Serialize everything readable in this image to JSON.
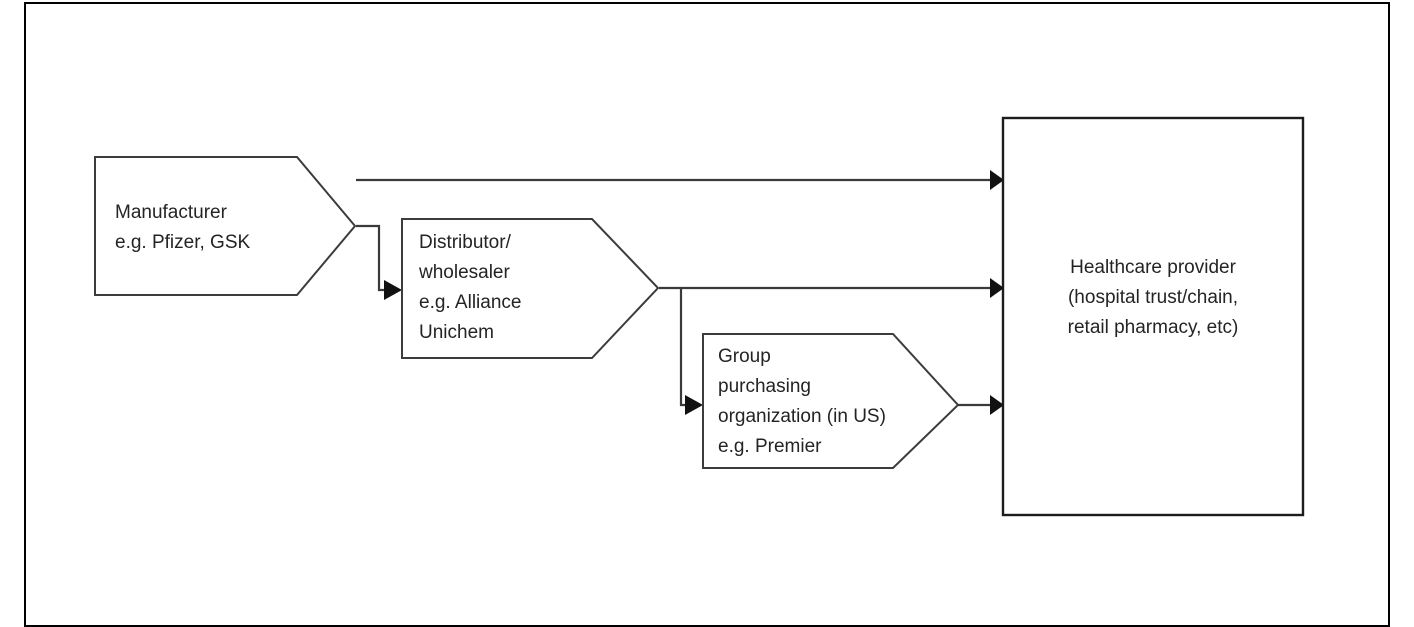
{
  "figure": {
    "kind": "supply-chain-flow-diagram",
    "border_color": "#000000",
    "background_color": "#ffffff",
    "shape_outline_color": "#3c3c3c",
    "text_color": "#242424",
    "arrow_color": "#111111"
  },
  "nodes": {
    "manufacturer": {
      "name": "manufacturer",
      "shape": "pentagon-arrow",
      "lines": [
        "Manufacturer",
        "e.g. Pfizer, GSK"
      ]
    },
    "distributor": {
      "name": "distributor-wholesaler",
      "shape": "pentagon-arrow",
      "lines": [
        "Distributor/",
        "wholesaler",
        "e.g. Alliance",
        "Unichem"
      ]
    },
    "gpo": {
      "name": "group-purchasing-organization",
      "shape": "pentagon-arrow",
      "lines": [
        "Group",
        "purchasing",
        "organization (in US)",
        "e.g. Premier"
      ]
    },
    "provider": {
      "name": "healthcare-provider",
      "shape": "rectangle",
      "lines": [
        "Healthcare provider",
        "(hospital trust/chain,",
        "retail pharmacy, etc)"
      ]
    }
  },
  "connectors": [
    {
      "name": "manufacturer-to-provider",
      "from": "manufacturer",
      "to": "provider",
      "style": "straight-horizontal"
    },
    {
      "name": "manufacturer-to-distributor",
      "from": "manufacturer",
      "to": "distributor",
      "style": "elbow-down"
    },
    {
      "name": "distributor-to-provider",
      "from": "distributor",
      "to": "provider",
      "style": "straight-horizontal"
    },
    {
      "name": "distributor-to-gpo",
      "from": "distributor",
      "to": "gpo",
      "style": "elbow-down"
    },
    {
      "name": "gpo-to-provider",
      "from": "gpo",
      "to": "provider",
      "style": "straight-horizontal"
    }
  ]
}
